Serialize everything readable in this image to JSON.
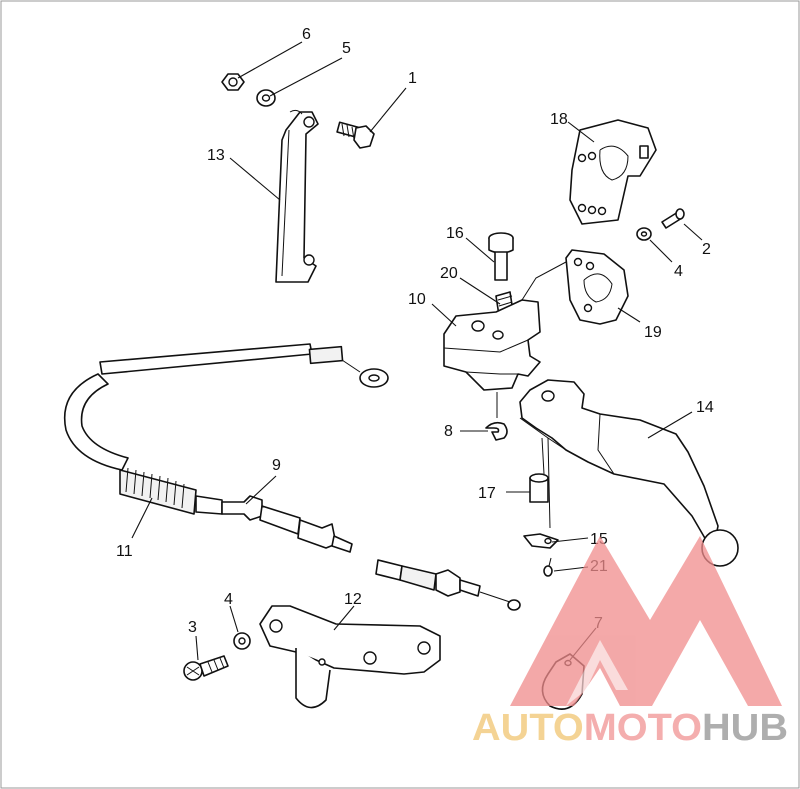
{
  "callouts": {
    "c1": "1",
    "c2": "2",
    "c3": "3",
    "c4a": "4",
    "c4b": "4",
    "c5": "5",
    "c6": "6",
    "c7": "7",
    "c8": "8",
    "c9": "9",
    "c10": "10",
    "c11": "11",
    "c12": "12",
    "c13": "13",
    "c14": "14",
    "c15": "15",
    "c16": "16",
    "c17": "17",
    "c18": "18",
    "c19": "19",
    "c20": "20",
    "c21": "21"
  },
  "watermark": {
    "part1": "AUTO",
    "part2": "MOTO",
    "part3": "HUB",
    "color_auto": "#f2c97a",
    "color_moto": "#f29a9a",
    "color_hub": "#9a9a9a",
    "triangle_color": "#f08c8c"
  }
}
